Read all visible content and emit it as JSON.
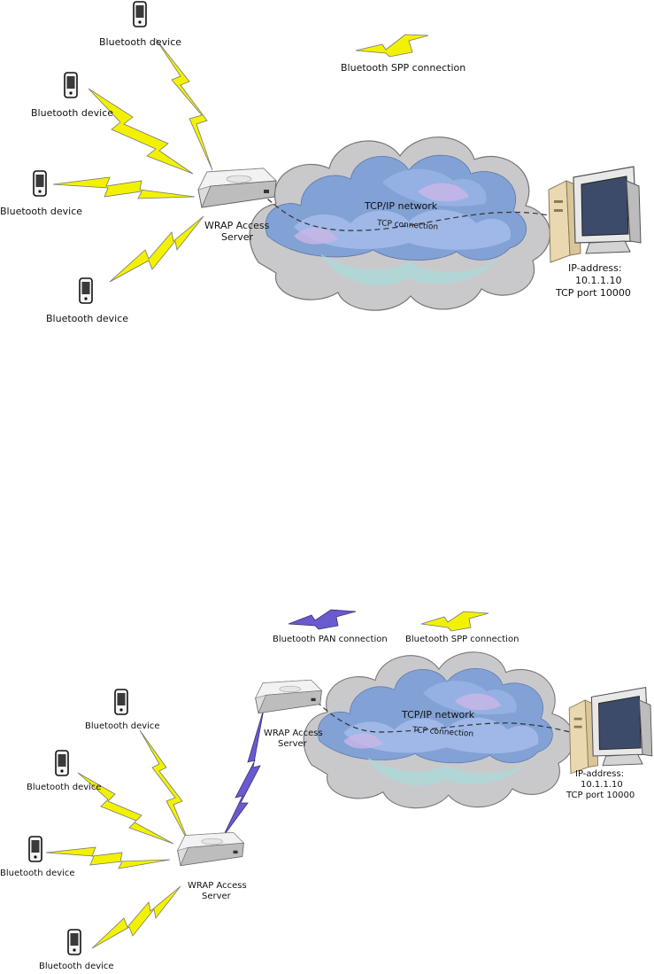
{
  "colors": {
    "spp_bolt": "#f2f200",
    "pan_bolt": "#6a5ad0",
    "cloud_base": "#c8c8cc",
    "cloud_blue": "#7f9fd6",
    "tcp_line": "#333333"
  },
  "icons": [
    "phone-icon",
    "router-icon",
    "cloud-icon",
    "computer-icon",
    "lightning-bolt-icon"
  ],
  "diagram1": {
    "legend_spp": "Bluetooth SPP connection",
    "device_labels": [
      "Bluetooth device",
      "Bluetooth device",
      "Bluetooth device",
      "Bluetooth device"
    ],
    "server_label_1": "WRAP Access",
    "server_label_2": "Server",
    "network_label": "TCP/IP network",
    "connection_label": "TCP connection",
    "pc_line_1": "IP-address:",
    "pc_line_2": "10.1.1.10",
    "pc_line_3": "TCP port 10000"
  },
  "diagram2": {
    "legend_pan": "Bluetooth PAN connection",
    "legend_spp": "Bluetooth SPP connection",
    "device_labels": [
      "Bluetooth device",
      "Bluetooth device",
      "Bluetooth device",
      "Bluetooth device"
    ],
    "server_top_label_1": "WRAP Access",
    "server_top_label_2": "Server",
    "server_bottom_label_1": "WRAP Access",
    "server_bottom_label_2": "Server",
    "network_label": "TCP/IP network",
    "connection_label": "TCP connection",
    "pc_line_1": "IP-address:",
    "pc_line_2": "10.1.1.10",
    "pc_line_3": "TCP port 10000"
  }
}
